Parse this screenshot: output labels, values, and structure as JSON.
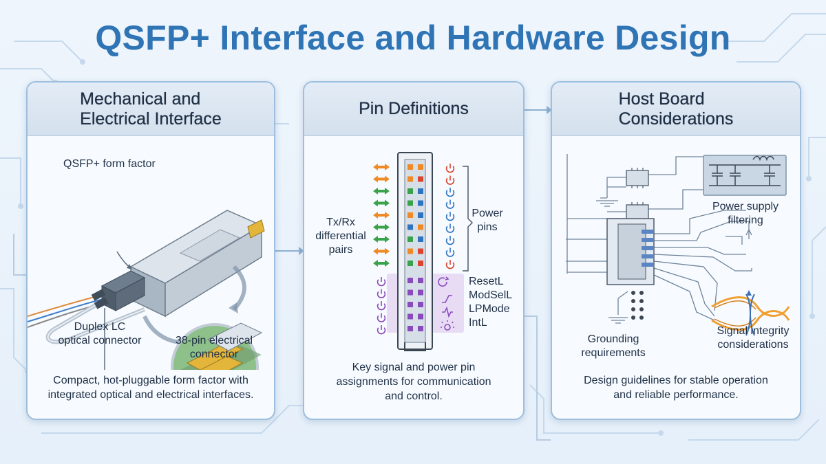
{
  "page": {
    "title": "QSFP+ Interface and Hardware Design"
  },
  "panels": {
    "mechanical": {
      "heading_line1": "Mechanical and",
      "heading_line2": "Electrical Interface",
      "label_form_factor": "QSFP+ form factor",
      "label_lc_line1": "Duplex LC",
      "label_lc_line2": "optical connector",
      "label_pins_line1": "38-pin electrical",
      "label_pins_line2": "connector",
      "desc_line1": "Compact, hot-pluggable form factor with",
      "desc_line2": "integrated optical and electrical interfaces."
    },
    "pins": {
      "heading": "Pin Definitions",
      "label_txrx_line1": "Tx/Rx",
      "label_txrx_line2": "differential",
      "label_txrx_line3": "pairs",
      "label_power_line1": "Power",
      "label_power_line2": "pins",
      "control_pins": [
        "ResetL",
        "ModSelL",
        "LPMode",
        "IntL"
      ],
      "desc_line1": "Key signal and power pin",
      "desc_line2": "assignments for communication",
      "desc_line3": "and control."
    },
    "host": {
      "heading_line1": "Host Board",
      "heading_line2": "Considerations",
      "label_power_line1": "Power supply",
      "label_power_line2": "filtering",
      "label_ground_line1": "Grounding",
      "label_ground_line2": "requirements",
      "label_si_line1": "Signal integrity",
      "label_si_line2": "considerations",
      "desc_line1": "Design guidelines for stable operation",
      "desc_line2": "and reliable performance."
    }
  },
  "colors": {
    "title": "#2f74b5",
    "panel_border": "#9dbedd",
    "pair_orange": "#f08a24",
    "pair_green": "#3aa34a",
    "power_red": "#d9452e",
    "power_blue": "#2f74c0",
    "control_purple": "#8a4bbd",
    "eye_orange": "#f0a030"
  },
  "icons": {
    "arrow_between_panels": "arrow-right-icon",
    "power_symbol": "power-icon",
    "differential_pair": "double-arrow-icon"
  }
}
